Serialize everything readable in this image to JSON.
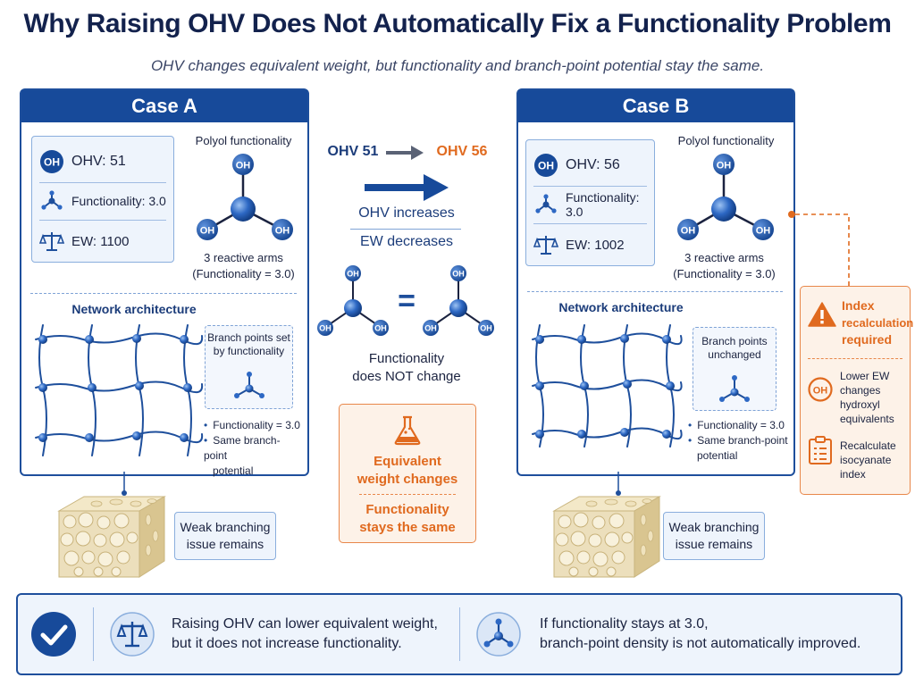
{
  "header": {
    "title": "Why Raising OHV Does Not Automatically Fix a Functionality Problem",
    "subtitle": "OHV changes equivalent weight, but functionality and branch-point potential stay the same."
  },
  "case_a": {
    "title": "Case A",
    "ohv": "OHV: 51",
    "functionality": "Functionality: 3.0",
    "ew": "EW: 1100",
    "polyol_title": "Polyol functionality",
    "oh_label": "OH",
    "arms_line1": "3 reactive arms",
    "arms_line2": "(Functionality = 3.0)",
    "network_title": "Network architecture",
    "branch_line1": "Branch points set",
    "branch_line2": "by functionality",
    "bullet1": "Functionality = 3.0",
    "bullet2a": "Same branch-point",
    "bullet2b": "potential",
    "weak_line1": "Weak branching",
    "weak_line2": "issue remains"
  },
  "case_b": {
    "title": "Case B",
    "ohv": "OHV: 56",
    "functionality": "Functionality: 3.0",
    "ew": "EW: 1002",
    "polyol_title": "Polyol functionality",
    "oh_label": "OH",
    "arms_line1": "3 reactive arms",
    "arms_line2": "(Functionality = 3.0)",
    "network_title": "Network architecture",
    "branch_line1": "Branch points",
    "branch_line2": "unchanged",
    "bullet1": "Functionality = 3.0",
    "bullet2a": "Same branch-point",
    "bullet2b": "potential",
    "weak_line1": "Weak branching",
    "weak_line2": "issue remains"
  },
  "middle": {
    "ohv_from": "OHV 51",
    "ohv_to": "OHV 56",
    "ohv_increases": "OHV increases",
    "ew_decreases": "EW decreases",
    "oh_label": "OH",
    "equals": "=",
    "func_line1": "Functionality",
    "func_line2": "does NOT change",
    "ew_changes_line1": "Equivalent",
    "ew_changes_line2": "weight changes",
    "func_same_line1": "Functionality",
    "func_same_line2": "stays the same"
  },
  "alert": {
    "title_line1": "Index",
    "title_line2": "recalculation",
    "title_line3": "required",
    "oh_label": "OH",
    "item1_line1": "Lower EW",
    "item1_line2": "changes",
    "item1_line3": "hydroxyl",
    "item1_line4": "equivalents",
    "item2_line1": "Recalculate",
    "item2_line2": "isocyanate",
    "item2_line3": "index"
  },
  "bottom": {
    "msg1_line1": "Raising OHV can lower equivalent weight,",
    "msg1_line2": "but it does not increase functionality.",
    "msg2_line1": "If functionality stays at 3.0,",
    "msg2_line2": "branch-point density is not automatically improved."
  },
  "colors": {
    "navy": "#174a9a",
    "orange": "#e06a1f",
    "node_blue": "#2d68c4"
  }
}
